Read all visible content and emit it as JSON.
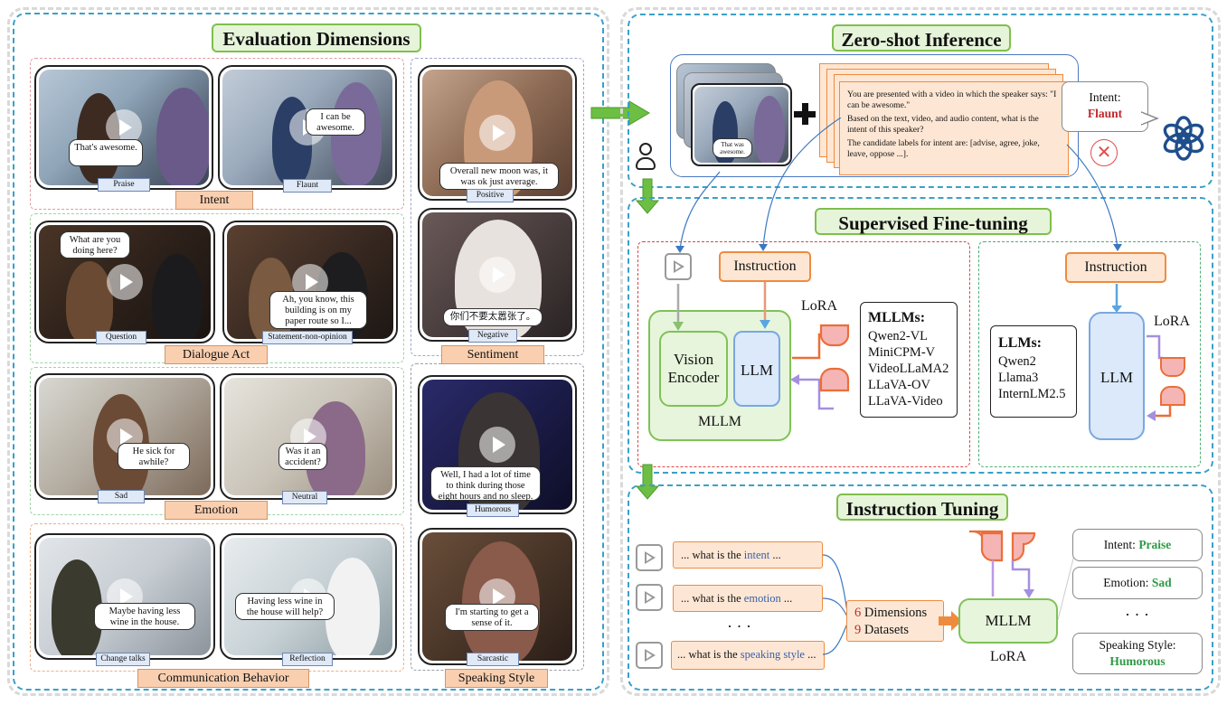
{
  "colors": {
    "panel_border": "#3aa0c8",
    "title_fill": "#e6f4d9",
    "orange": "#ef8b3f",
    "llm_blue": "#dbe9fb",
    "mllm_green": "#7fc256",
    "red_label": "#c1272d",
    "green_label": "#2e9a45"
  },
  "left": {
    "title": "Evaluation Dimensions",
    "intent": {
      "label": "Intent",
      "clip1": {
        "bubble": "That's awesome.",
        "tag": "Praise"
      },
      "clip2": {
        "bubble": "I can be awesome.",
        "tag": "Flaunt"
      }
    },
    "dialogue_act": {
      "label": "Dialogue Act",
      "clip1": {
        "bubble": "What are you doing here?",
        "tag": "Question"
      },
      "clip2": {
        "bubble": "Ah, you know, this building is on my paper route so I...",
        "tag": "Statement-non-opinion"
      }
    },
    "emotion": {
      "label": "Emotion",
      "clip1": {
        "bubble": "He sick for awhile?",
        "tag": "Sad"
      },
      "clip2": {
        "bubble": "Was it an accident?",
        "tag": "Neutral"
      }
    },
    "communication": {
      "label": "Communication Behavior",
      "clip1": {
        "bubble": "Maybe having less wine in the house.",
        "tag": "Change talks"
      },
      "clip2": {
        "bubble": "Having less wine in the house will help?",
        "tag": "Reflection"
      }
    },
    "sentiment": {
      "label": "Sentiment",
      "clip1": {
        "bubble": "Overall new moon was, it was ok just average.",
        "tag": "Positive"
      },
      "clip2": {
        "bubble": "你们不要太嚣张了。",
        "tag": "Negative"
      }
    },
    "speaking_style": {
      "label": "Speaking Style",
      "clip1": {
        "bubble": "Well, I had a lot of time to think during those eight hours and no sleep.",
        "tag": "Humorous"
      },
      "clip2": {
        "bubble": "I'm starting to get a sense of it.",
        "tag": "Sarcastic"
      }
    }
  },
  "zero_shot": {
    "title": "Zero-shot Inference",
    "thumb_bubble": "That was awesome.",
    "prompt_line1": "You are presented with a video in which the speaker says: \"I can be awesome.\"",
    "prompt_line2": "Based on the text, video, and audio content, what is the intent of this speaker?",
    "prompt_line3": "The candidate labels for intent are: [advise, agree, joke, leave, oppose ...].",
    "answer_prefix": "Intent:",
    "answer_value": "Flaunt",
    "wrong_icon": "cross-circle-icon",
    "model_icon": "openai-logo-icon"
  },
  "sft": {
    "title": "Supervised Fine-tuning",
    "instruction": "Instruction",
    "vision_encoder": "Vision Encoder",
    "llm": "LLM",
    "mllm": "MLLM",
    "lora": "LoRA",
    "mllms_title": "MLLMs:",
    "mllms": [
      "Qwen2-VL",
      "MiniCPM-V",
      "VideoLLaMA2",
      "LLaVA-OV",
      "LLaVA-Video"
    ],
    "llms_title": "LLMs:",
    "llms": [
      "Qwen2",
      "Llama3",
      "InternLM2.5"
    ]
  },
  "it": {
    "title": "Instruction Tuning",
    "prompt_prefix": "... what is the",
    "prompt_suffix": "...",
    "prompt1_kw": "intent",
    "prompt2_kw": "emotion",
    "prompt3_kw": "speaking style",
    "ellipsis": "· · ·",
    "dims_num": "6",
    "dims_text": "Dimensions",
    "datasets_num": "9",
    "datasets_text": "Datasets",
    "mllm": "MLLM",
    "lora": "LoRA",
    "out1_prefix": "Intent:",
    "out1_value": "Praise",
    "out2_prefix": "Emotion:",
    "out2_value": "Sad",
    "out3_prefix": "Speaking Style:",
    "out3_value": "Humorous"
  }
}
